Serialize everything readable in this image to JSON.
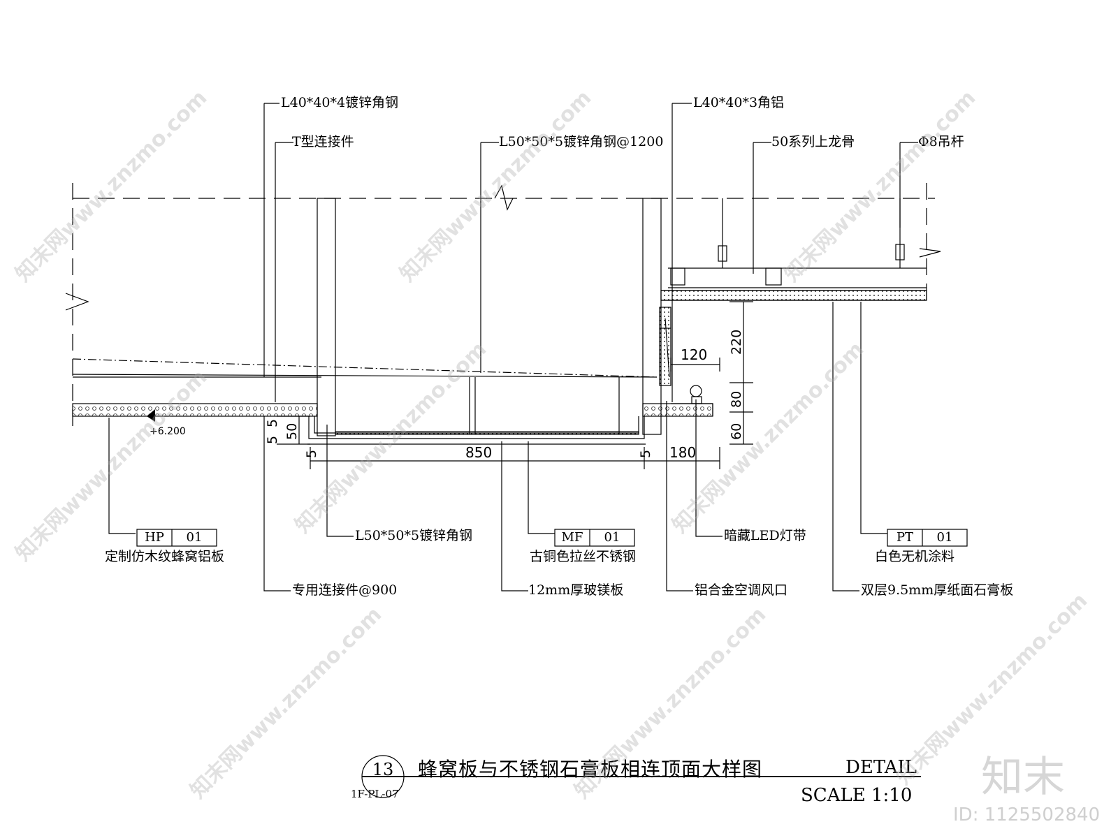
{
  "drawing": {
    "title": "蜂窝板与不锈钢石膏板相连顶面大样图",
    "detail_number": "13",
    "sheet_ref": "1F-PL-07",
    "detail_word": "DETAIL",
    "scale": "SCALE 1:10",
    "elevation": "+6.200"
  },
  "callouts": {
    "l40_4": "L40*40*4镀锌角钢",
    "t_connector": "T型连接件",
    "l50_1200": "L50*50*5镀锌角钢@1200",
    "l40_3": "L40*40*3角铝",
    "runner_50": "50系列上龙骨",
    "rod_8": "Φ8吊杆",
    "l50_5": "L50*50*5镀锌角钢",
    "led_strip": "暗藏LED灯带",
    "special_connector": "专用连接件@900",
    "mgo_board": "12mm厚玻镁板",
    "air_vent": "铝合金空调风口",
    "gypsum_board": "双层9.5mm厚纸面石膏板"
  },
  "material_tags": [
    {
      "code": "HP",
      "num": "01",
      "desc": "定制仿木纹蜂窝铝板"
    },
    {
      "code": "MF",
      "num": "01",
      "desc": "古铜色拉丝不锈钢"
    },
    {
      "code": "PT",
      "num": "01",
      "desc": "白色无机涂料"
    }
  ],
  "dimensions": {
    "d850": "850",
    "d180": "180",
    "d120": "120",
    "d220": "220",
    "d80": "80",
    "d60": "60",
    "d50": "50",
    "d5a": "5",
    "d5b": "5",
    "d5c": "5",
    "d5d": "5"
  },
  "watermark": {
    "text": "知末网www.znzmo.com",
    "brand": "知末",
    "id": "ID: 1125502840"
  }
}
